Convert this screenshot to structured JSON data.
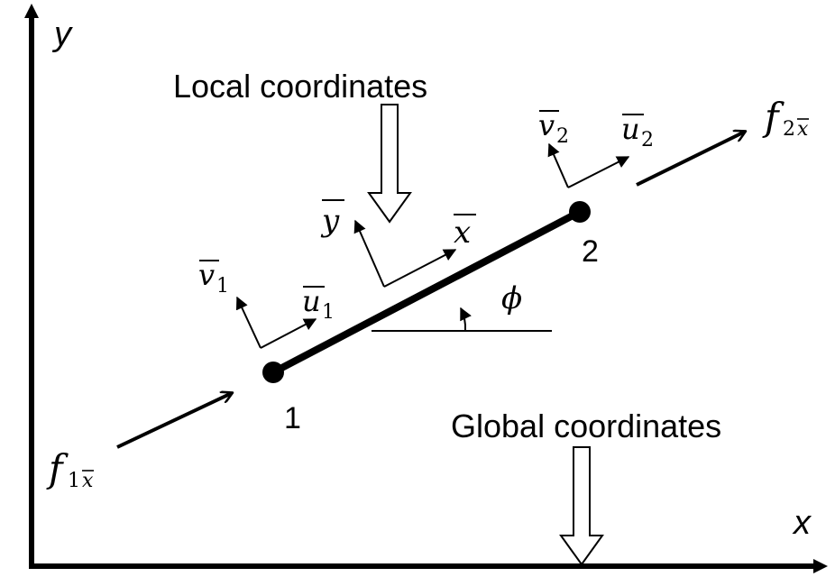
{
  "axes": {
    "y_label": "y",
    "x_label": "x"
  },
  "callouts": {
    "local": "Local coordinates",
    "global": "Global coordinates"
  },
  "nodes": {
    "node1": "1",
    "node2": "2"
  },
  "local_axes": {
    "x_bar": "x",
    "y_bar": "y"
  },
  "dofs": {
    "u1_base": "u",
    "u1_sub": "1",
    "v1_base": "v",
    "v1_sub": "1",
    "u2_base": "u",
    "u2_sub": "2",
    "v2_base": "v",
    "v2_sub": "2"
  },
  "forces": {
    "f1_base": "f",
    "f1_sub_num": "1",
    "f1_sub_var": "x",
    "f2_base": "f",
    "f2_sub_num": "2",
    "f2_sub_var": "x"
  },
  "angle": {
    "symbol": "ϕ"
  },
  "colors": {
    "ink": "#000000",
    "background": "#ffffff"
  }
}
